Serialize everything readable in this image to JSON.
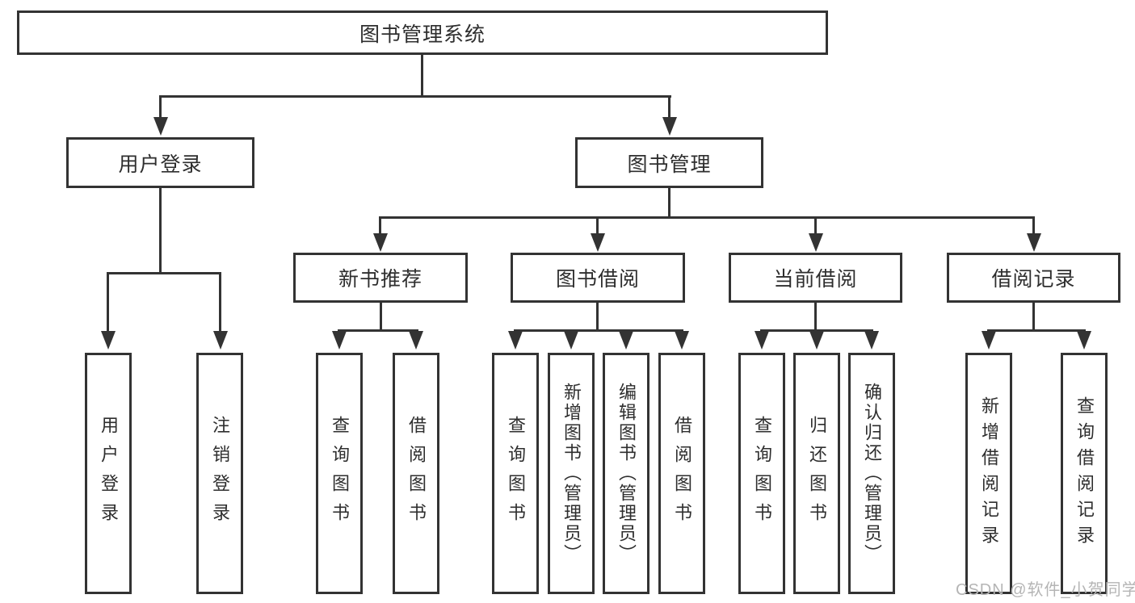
{
  "colors": {
    "line": "#333333",
    "text": "#2e2e2e",
    "watermark_color": "#b5b5b5",
    "background": "#ffffff"
  },
  "nodes": {
    "root": {
      "label": "图书管理系统"
    },
    "user_login": {
      "label": "用户登录"
    },
    "book_mgmt": {
      "label": "图书管理"
    },
    "new_books": {
      "label": "新书推荐"
    },
    "book_borrow": {
      "label": "图书借阅"
    },
    "current_borrow": {
      "label": "当前借阅"
    },
    "borrow_records": {
      "label": "借阅记录"
    }
  },
  "leaves": {
    "user_login": [
      "用户登录",
      "注销登录"
    ],
    "new_books": [
      "查询图书",
      "借阅图书"
    ],
    "book_borrow": [
      "查询图书",
      "新增图书（管理员）",
      "编辑图书（管理员）",
      "借阅图书"
    ],
    "current_borrow": [
      "查询图书",
      "归还图书",
      "确认归还（管理员）"
    ],
    "borrow_records": [
      "新增借阅记录",
      "查询借阅记录"
    ]
  },
  "watermark": {
    "label": "CSDN @软件_小贺同学"
  }
}
